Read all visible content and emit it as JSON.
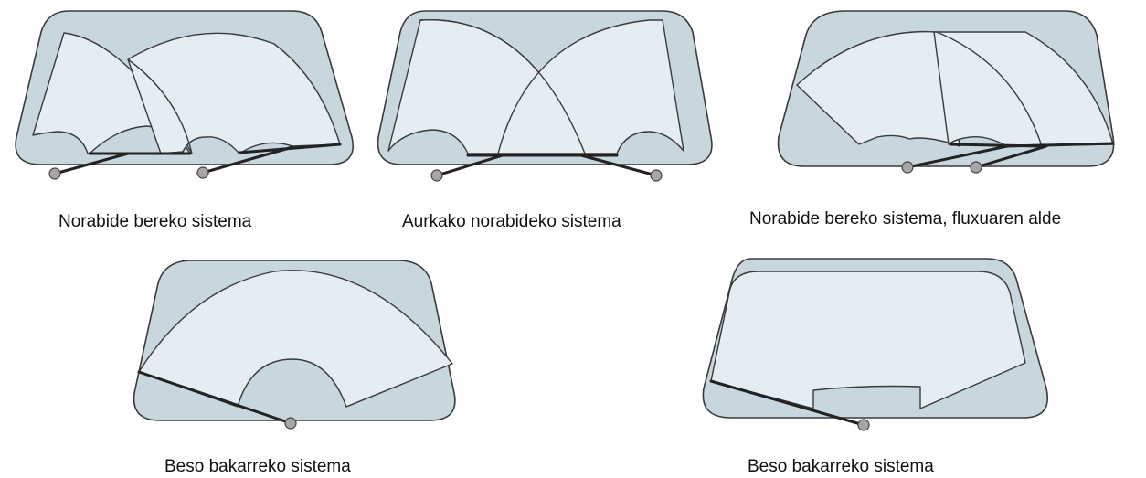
{
  "colors": {
    "windshield": "#c8d6de",
    "swept_area": "#e6edf2",
    "outline": "#3a3a3a",
    "arm": "#222222",
    "pivot": "#a6a6a6"
  },
  "diagrams": [
    {
      "caption": "Norabide bereko sistema",
      "icons": [
        "wiper-arm-icon",
        "pivot-icon"
      ]
    },
    {
      "caption": "Aurkako norabideko sistema",
      "icons": [
        "wiper-arm-icon",
        "pivot-icon"
      ]
    },
    {
      "caption": "Norabide bereko sistema, fluxuaren alde",
      "icons": [
        "wiper-arm-icon",
        "pivot-icon"
      ]
    },
    {
      "caption": "Beso bakarreko sistema",
      "icons": [
        "wiper-arm-icon",
        "pivot-icon"
      ]
    },
    {
      "caption": "Beso bakarreko sistema",
      "icons": [
        "wiper-arm-icon",
        "pivot-icon"
      ]
    }
  ]
}
